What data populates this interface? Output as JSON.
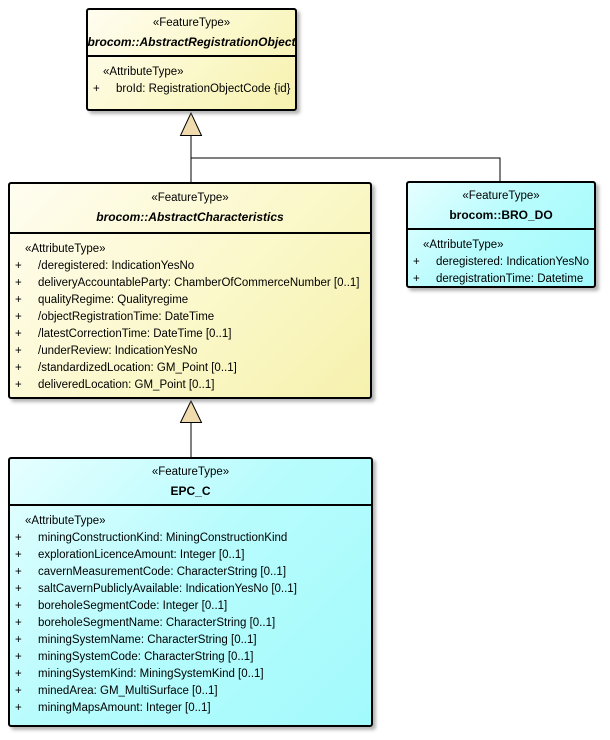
{
  "ui": {
    "visibility_symbol": "+"
  },
  "colors": {
    "yellow_fill": "#fbf8ca",
    "cyan_fill": "#a2fafc",
    "border": "#000000",
    "generalization_arrow_fill": "#f0dbae"
  },
  "classes": [
    {
      "stereotype": "«FeatureType»",
      "name": "brocom::AbstractRegistrationObject",
      "abstract": true,
      "attr_stereotype": "«AttributeType»",
      "attributes": [
        "broId: RegistrationObjectCode {id}"
      ]
    },
    {
      "stereotype": "«FeatureType»",
      "name": "brocom::AbstractCharacteristics",
      "abstract": true,
      "attr_stereotype": "«AttributeType»",
      "attributes": [
        "/deregistered: IndicationYesNo",
        "deliveryAccountableParty: ChamberOfCommerceNumber [0..1]",
        "qualityRegime: Qualityregime",
        "/objectRegistrationTime: DateTime",
        "/latestCorrectionTime: DateTime [0..1]",
        "/underReview: IndicationYesNo",
        "/standardizedLocation: GM_Point [0..1]",
        "deliveredLocation: GM_Point [0..1]"
      ]
    },
    {
      "stereotype": "«FeatureType»",
      "name": "brocom::BRO_DO",
      "abstract": false,
      "attr_stereotype": "«AttributeType»",
      "attributes": [
        "deregistered: IndicationYesNo",
        "deregistrationTime: Datetime"
      ]
    },
    {
      "stereotype": "«FeatureType»",
      "name": "EPC_C",
      "abstract": false,
      "attr_stereotype": "«AttributeType»",
      "attributes": [
        "miningConstructionKind: MiningConstructionKind",
        "explorationLicenceAmount: Integer [0..1]",
        "cavernMeasurementCode: CharacterString [0..1]",
        "saltCavernPubliclyAvailable: IndicationYesNo [0..1]",
        "boreholeSegmentCode: Integer [0..1]",
        "boreholeSegmentName: CharacterString [0..1]",
        "miningSystemName: CharacterString [0..1]",
        "miningSystemCode: CharacterString [0..1]",
        "miningSystemKind: MiningSystemKind [0..1]",
        "minedArea: GM_MultiSurface [0..1]",
        "miningMapsAmount: Integer [0..1]"
      ]
    }
  ],
  "relationships": [
    {
      "type": "generalization",
      "from": "brocom::AbstractCharacteristics",
      "to": "brocom::AbstractRegistrationObject"
    },
    {
      "type": "generalization",
      "from": "brocom::BRO_DO",
      "to": "brocom::AbstractRegistrationObject"
    },
    {
      "type": "generalization",
      "from": "EPC_C",
      "to": "brocom::AbstractCharacteristics"
    }
  ]
}
